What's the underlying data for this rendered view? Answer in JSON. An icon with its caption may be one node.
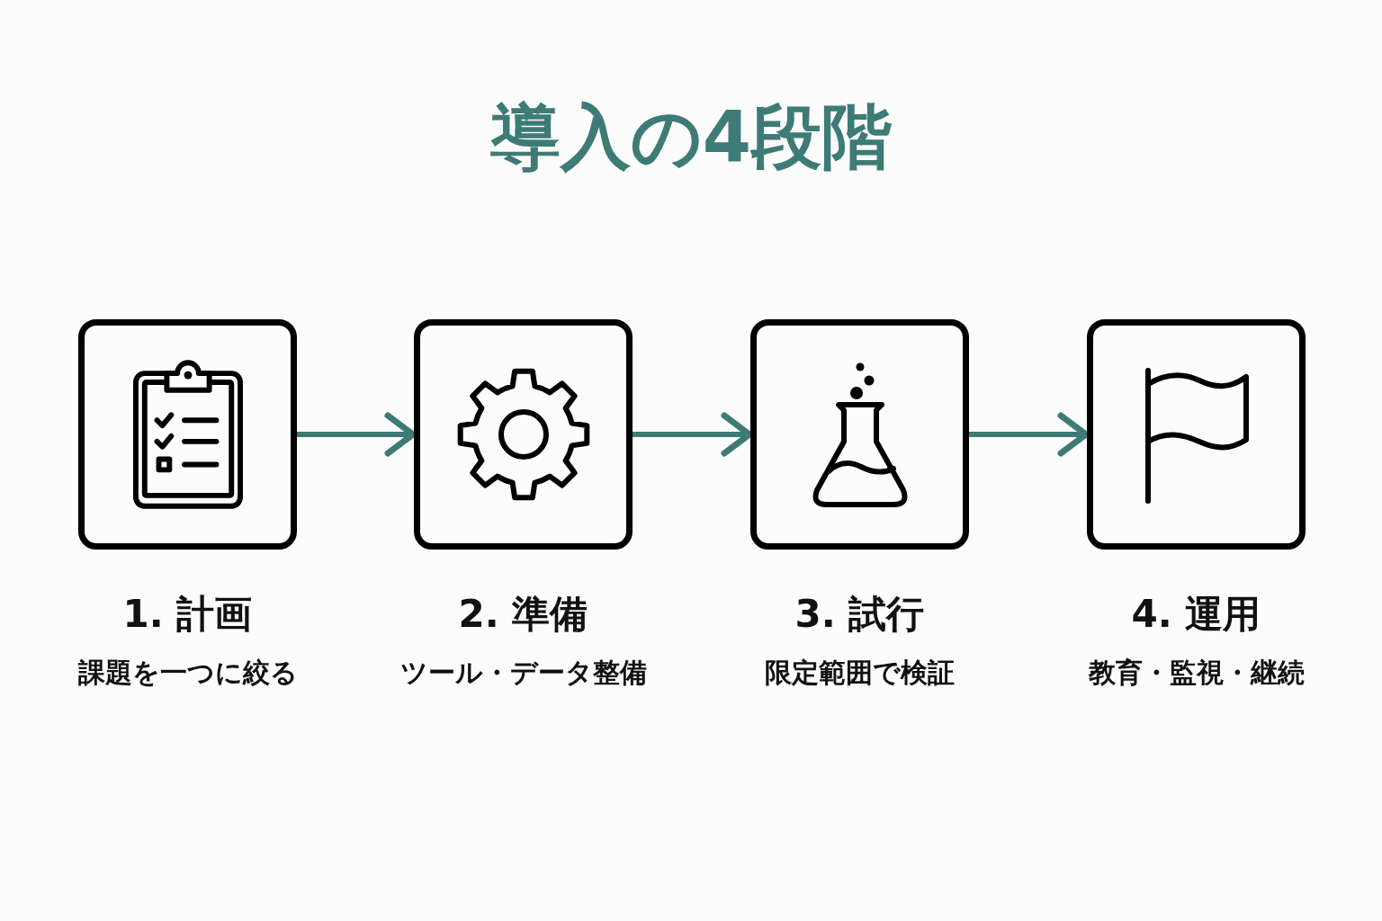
{
  "diagram": {
    "title": "導入の4段階",
    "nodes": [
      {
        "text": [
          "1. 計画",
          "課題を一つに絞る"
        ]
      },
      {
        "text": [
          "2. 準備",
          "ツール・データ整備"
        ]
      },
      {
        "text": [
          "3. 試行",
          "限定範囲で検証"
        ]
      },
      {
        "text": [
          "4. 運用",
          "教育・監視・継続"
        ]
      }
    ],
    "edges": [
      {
        "from": 0,
        "to": 1,
        "arrow": "to"
      },
      {
        "from": 1,
        "to": 2,
        "arrow": "to"
      },
      {
        "from": 2,
        "to": 3,
        "arrow": "to"
      }
    ]
  }
}
